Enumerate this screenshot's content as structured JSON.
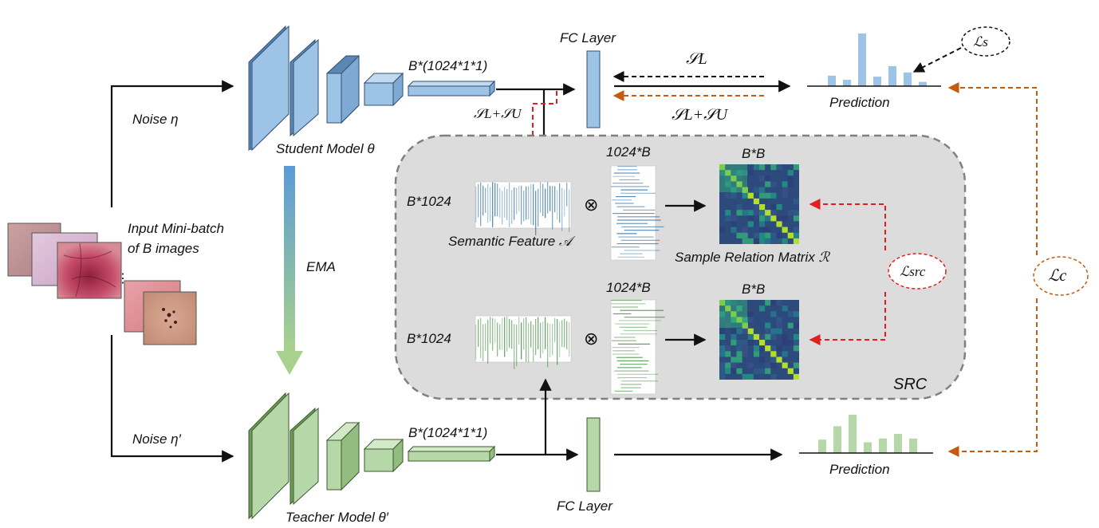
{
  "student": {
    "noise_label": "Noise η",
    "model_label": "Student Model θ",
    "feature_label": "B*(1024*1*1)",
    "fc_label": "FC Layer",
    "prediction_label": "Prediction",
    "prediction_bars": [
      0.2,
      0.12,
      1.0,
      0.18,
      0.38,
      0.26,
      0.08
    ]
  },
  "teacher": {
    "noise_label": "Noise η′",
    "model_label": "Teacher Model θ′",
    "feature_label": "B*(1024*1*1)",
    "fc_label": "FC Layer",
    "prediction_label": "Prediction",
    "prediction_bars": [
      0.35,
      0.7,
      1.0,
      0.28,
      0.38,
      0.5,
      0.38
    ]
  },
  "input_label_line1": "Input Mini-batch",
  "input_label_line2": "of B images",
  "ema_label": "EMA",
  "arrows": {
    "sl_label_top": "𝒮L",
    "sl_su_label_right": "𝒮L+𝒮U",
    "sl_su_label_left": "𝒮L+𝒮U"
  },
  "src": {
    "box_label": "SRC",
    "b1024_top": "B*1024",
    "b1024_bottom": "B*1024",
    "d1024b_top": "1024*B",
    "d1024b_bottom": "1024*B",
    "bb_top": "B*B",
    "bb_bottom": "B*B",
    "otimes": "⊗",
    "semantic_feature_label": "Semantic Feature 𝒜",
    "relation_matrix_label": "Sample Relation Matrix ℛ"
  },
  "losses": {
    "ls": "ℒs",
    "lsrc": "ℒsrc",
    "lc": "ℒc"
  },
  "colors": {
    "student_blue": "#9dc3e6",
    "student_blue_dark": "#5b87b5",
    "teacher_green": "#b6d7a8",
    "teacher_green_dark": "#6f9a5a",
    "loss_black": "#111111",
    "loss_red": "#e02020",
    "loss_orange": "#c55a11",
    "src_box": "#dcdcdc"
  }
}
